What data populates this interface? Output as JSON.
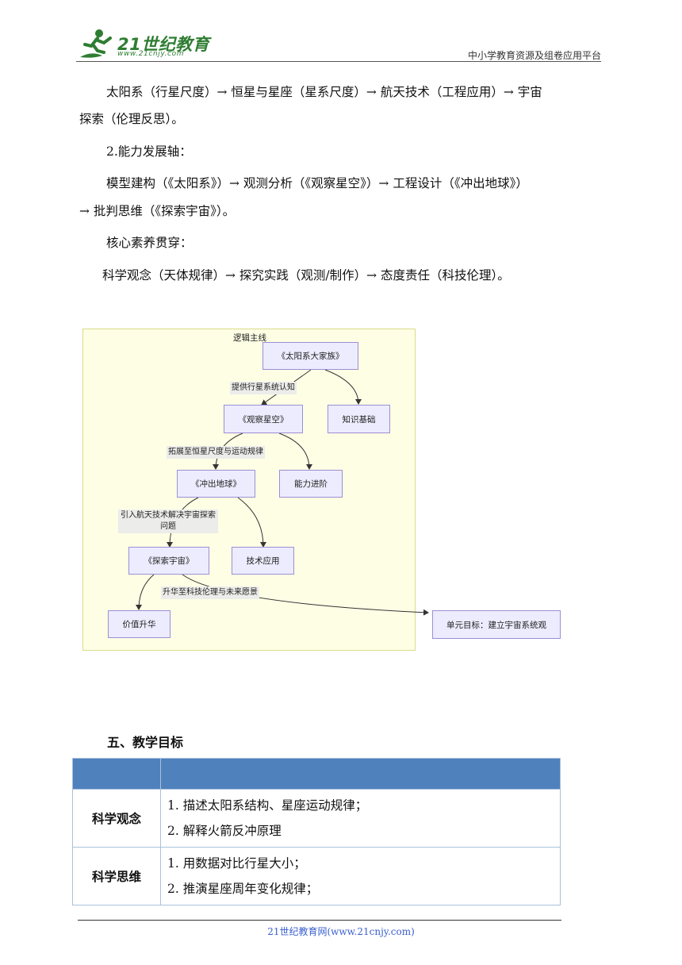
{
  "header": {
    "logo_text": "21世纪教育",
    "logo_url": "www.21cnjy.com",
    "right_text": "中小学教育资源及组卷应用平台"
  },
  "body": {
    "line1": "太阳系（行星尺度）→ 恒星与星座（星系尺度）→ 航天技术（工程应用）→ 宇宙",
    "line2": "探索（伦理反思）。",
    "line3": "2.能力发展轴：",
    "line4": "模型建构（《太阳系》）→ 观测分析（《观察星空》）→ 工程设计（《冲出地球》）",
    "line5": "→ 批判思维（《探索宇宙》）。",
    "line6": "核心素养贯穿：",
    "line7": "科学观念（天体规律）→ 探究实践（观测/制作）→ 态度责任（科技伦理）。"
  },
  "diagram": {
    "subgraph_title": "逻辑主线",
    "nodes": {
      "n1": "《太阳系大家族》",
      "n2": "《观察星空》",
      "n3": "知识基础",
      "n4": "《冲出地球》",
      "n5": "能力进阶",
      "n6": "《探索宇宙》",
      "n7": "技术应用",
      "n8": "价值升华",
      "n9": "单元目标：建立宇宙系统观"
    },
    "edge_labels": {
      "e1": "提供行星系统认知",
      "e2": "拓展至恒星尺度与运动规律",
      "e3a": "引入航天技术解决宇宙探索",
      "e3b": "问题",
      "e4": "升华至科技伦理与未来愿景"
    },
    "colors": {
      "subgraph_fill": "#fefee5",
      "subgraph_border": "#d9dc8a",
      "node_fill": "#ececfe",
      "node_border": "#9b8fd6"
    }
  },
  "section": {
    "title": "五、教学目标"
  },
  "table": {
    "header_color": "#4f81bd",
    "rows": [
      {
        "category": "科学观念",
        "items": [
          "1. 描述太阳系结构、星座运动规律；",
          "2. 解释火箭反冲原理"
        ]
      },
      {
        "category": "科学思维",
        "items": [
          "1. 用数据对比行星大小；",
          "2. 推演星座周年变化规律；"
        ]
      }
    ]
  },
  "footer": {
    "text": "21世纪教育网(www.21cnjy.com)"
  }
}
